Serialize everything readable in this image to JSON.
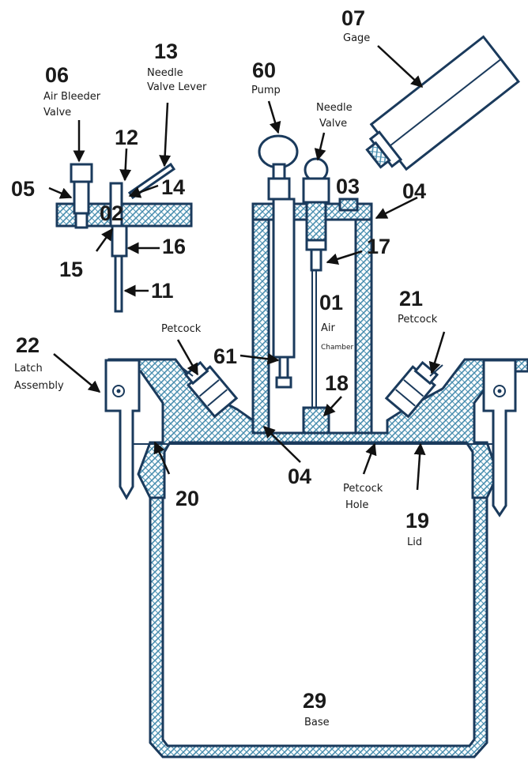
{
  "diagram": {
    "colors": {
      "outline": "#1a3a5c",
      "hatch": "#4a8fb0",
      "text": "#1a1a1a"
    },
    "labels": {
      "gage": {
        "number": "07",
        "caption": "Gage"
      },
      "needle_valve_lever": {
        "number": "13",
        "caption_line1": "Needle",
        "caption_line2": "Valve Lever"
      },
      "pump": {
        "number": "60",
        "caption": "Pump"
      },
      "needle_valve": {
        "caption_line1": "Needle",
        "caption_line2": "Valve"
      },
      "air_bleeder_valve": {
        "number": "06",
        "caption_line1": "Air Bleeder",
        "caption_line2": "Valve"
      },
      "part_12": {
        "number": "12"
      },
      "part_05": {
        "number": "05"
      },
      "part_14": {
        "number": "14"
      },
      "part_03": {
        "number": "03"
      },
      "part_04_top": {
        "number": "04"
      },
      "part_02": {
        "number": "02"
      },
      "part_16": {
        "number": "16"
      },
      "part_17": {
        "number": "17"
      },
      "part_15": {
        "number": "15"
      },
      "part_11": {
        "number": "11"
      },
      "air_chamber": {
        "number": "01",
        "caption_line1": "Air",
        "caption_line2": "Chamber"
      },
      "petcock_right": {
        "number": "21",
        "caption": "Petcock"
      },
      "petcock_left": {
        "caption": "Petcock"
      },
      "latch_assembly": {
        "number": "22",
        "caption_line1": "Latch",
        "caption_line2": "Assembly"
      },
      "part_61": {
        "number": "61"
      },
      "part_18": {
        "number": "18"
      },
      "part_04_bottom": {
        "number": "04"
      },
      "part_20": {
        "number": "20"
      },
      "petcock_hole": {
        "caption_line1": "Petcock",
        "caption_line2": "Hole"
      },
      "lid": {
        "number": "19",
        "caption": "Lid"
      },
      "base": {
        "number": "29",
        "caption": "Base"
      }
    }
  }
}
